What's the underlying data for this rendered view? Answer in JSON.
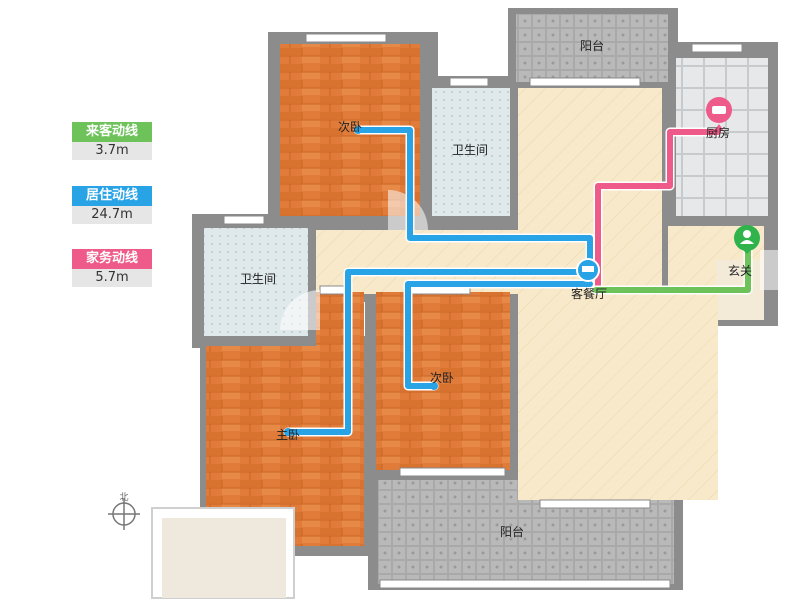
{
  "legend": [
    {
      "label": "来客动线",
      "value": "3.7m",
      "color": "#6dc25a"
    },
    {
      "label": "居住动线",
      "value": "24.7m",
      "color": "#27a3e6"
    },
    {
      "label": "家务动线",
      "value": "5.7m",
      "color": "#ee5a8a"
    }
  ],
  "rooms": {
    "balcony_top": "阳台",
    "bedroom_top": "次卧",
    "bathroom_top": "卫生间",
    "kitchen": "厨房",
    "bathroom_left": "卫生间",
    "living_dining": "客餐厅",
    "entrance": "玄关",
    "bedroom_mid": "次卧",
    "master_bedroom": "主卧",
    "balcony_bottom": "阳台"
  },
  "compass": {
    "north_label": "北"
  }
}
